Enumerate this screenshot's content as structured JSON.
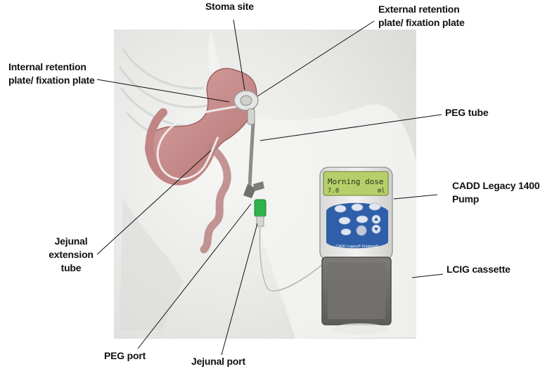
{
  "labels": {
    "stoma_site": "Stoma site",
    "external_plate": [
      "External retention",
      "plate/ fixation plate"
    ],
    "internal_plate": [
      "Internal retention",
      "plate/ fixation plate"
    ],
    "peg_tube": "PEG tube",
    "pump": [
      "CADD Legacy 1400",
      "Pump"
    ],
    "jejunal_extension": [
      "Jejunal",
      "extension",
      "tube"
    ],
    "lcig_cassette": "LCIG cassette",
    "peg_port": "PEG port",
    "jejunal_port": "Jejunal port"
  },
  "pump_display": {
    "line1": "Morning dose",
    "line2_left": "7.0",
    "line2_right": "ml",
    "brand": "CADD-Legacy® Duodopa®"
  },
  "colors": {
    "background_panel": "#e9e9e7",
    "stomach": "#c98f8e",
    "pump_blue": "#2f5fa8",
    "lcd_green": "#b7cf6a",
    "connector_green": "#2fb34a"
  }
}
